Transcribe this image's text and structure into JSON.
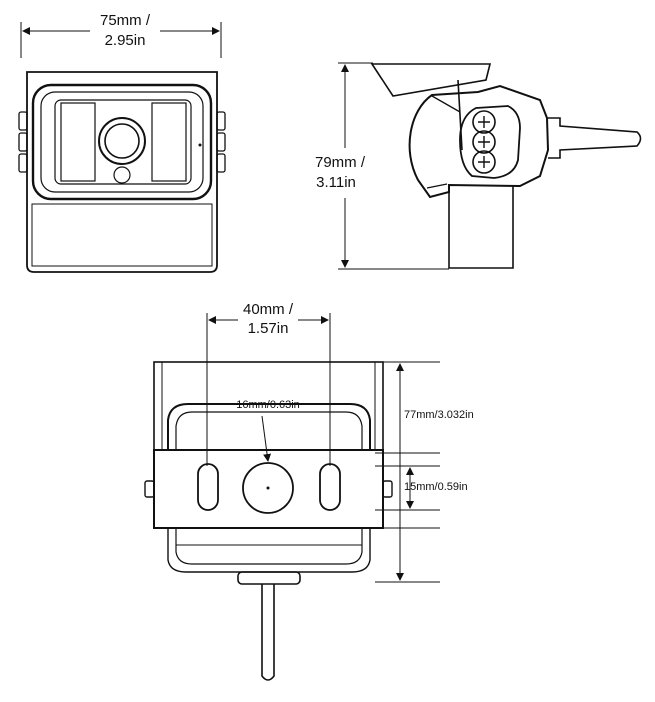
{
  "front_view": {
    "width_dim": {
      "line1": "75mm /",
      "line2": "2.95in"
    }
  },
  "side_view": {
    "height_dim": {
      "line1": "79mm /",
      "line2": "3.11in"
    }
  },
  "bottom_view": {
    "hole_spacing_dim": {
      "line1": "40mm /",
      "line2": "1.57in"
    },
    "center_hole_dim": "16mm/0.63in",
    "depth_dim": "77mm/3.032in",
    "slot_dim": "15mm/0.59in"
  },
  "colors": {
    "line": "#111111",
    "background": "#ffffff",
    "face": "#ececec"
  }
}
